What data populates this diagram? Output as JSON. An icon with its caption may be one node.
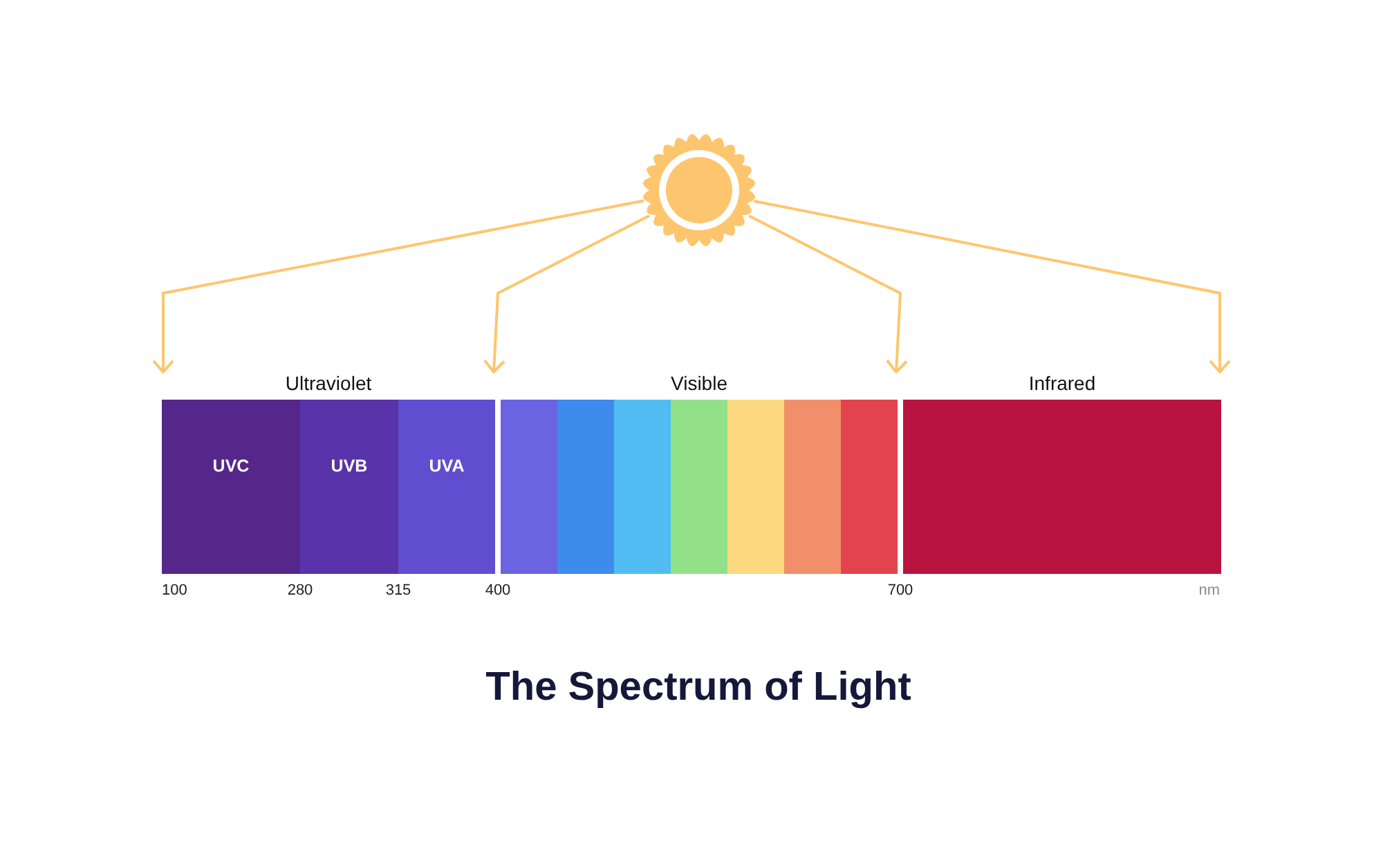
{
  "diagram": {
    "title": "The Spectrum of Light",
    "nodes": [
      {
        "text": [],
        "shape": "picture"
      },
      {
        "text": [
          "Ultraviolet"
        ]
      },
      {
        "text": [
          "UVC"
        ],
        "in": 1
      },
      {
        "text": [
          "UVB"
        ],
        "in": 1
      },
      {
        "text": [
          "UVA"
        ],
        "in": 1
      },
      {
        "text": [
          "Visible"
        ]
      },
      {
        "text": [],
        "shape": "box",
        "in": 5
      },
      {
        "text": [],
        "shape": "box",
        "in": 5
      },
      {
        "text": [],
        "shape": "box",
        "in": 5
      },
      {
        "text": [],
        "shape": "box",
        "in": 5
      },
      {
        "text": [],
        "shape": "box",
        "in": 5
      },
      {
        "text": [],
        "shape": "box",
        "in": 5
      },
      {
        "text": [],
        "shape": "box",
        "in": 5
      },
      {
        "text": [
          "Infrared"
        ]
      }
    ],
    "edges": [
      {
        "from": 0,
        "to": 1,
        "arrow": "to"
      },
      {
        "from": 0,
        "to": 1,
        "arrow": "to"
      },
      {
        "from": 0,
        "to": 5,
        "arrow": "to"
      },
      {
        "from": 0,
        "to": 13,
        "arrow": "to"
      }
    ],
    "labels": [
      "100",
      "280",
      "315",
      "400",
      "700",
      "nm"
    ]
  }
}
